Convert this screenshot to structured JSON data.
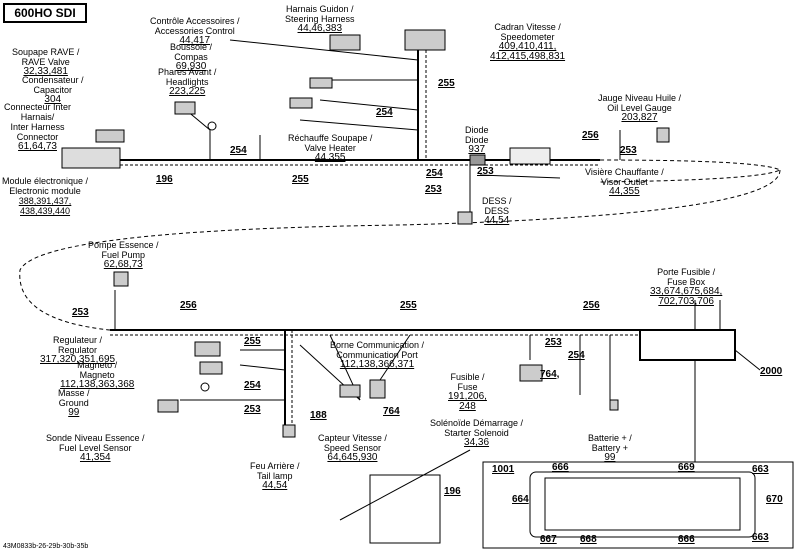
{
  "title": "600HO SDI",
  "footer": "43M0833b-26-29b-30b-35b",
  "callouts": [
    {
      "id": "controle-accessoires",
      "lines": [
        "Contrôle Accessoires /",
        "Accessories Control"
      ],
      "parts": "44,417"
    },
    {
      "id": "harnais-guidon",
      "lines": [
        "Harnais Guidon /",
        "Steering Harness"
      ],
      "parts": "44,46,383"
    },
    {
      "id": "cadran-vitesse",
      "lines": [
        "Cadran Vitesse /",
        "Speedometer"
      ],
      "parts": "409,410,411,\n412,415,498,831"
    },
    {
      "id": "soupape-rave",
      "lines": [
        "Soupape RAVE /",
        "RAVE Valve"
      ],
      "parts": "32,33,481"
    },
    {
      "id": "boussole",
      "lines": [
        "Boussole /",
        "Compas"
      ],
      "parts": "69,930"
    },
    {
      "id": "phares-avant",
      "lines": [
        "Phares Avant /",
        "Headlights"
      ],
      "parts": "223,225"
    },
    {
      "id": "condensateur",
      "lines": [
        "Condensateur /",
        "Capacitor"
      ],
      "parts": "304"
    },
    {
      "id": "connecteur-inter",
      "lines": [
        "Connecteur Inter",
        "Harnais/",
        "Inter Harness",
        "Connector"
      ],
      "parts": "61,64,73"
    },
    {
      "id": "rechauffe-soupape",
      "lines": [
        "Réchauffe Soupape /",
        "Valve Heater"
      ],
      "parts": "44,355"
    },
    {
      "id": "jauge-niveau",
      "lines": [
        "Jauge Niveau Huile /",
        "Oil Level Gauge"
      ],
      "parts": "203,827"
    },
    {
      "id": "diode",
      "lines": [
        "Diode",
        "Diode"
      ],
      "parts": "937"
    },
    {
      "id": "module-electronique",
      "lines": [
        "Module électronique /",
        "Electronic module"
      ],
      "parts": "388,391,437,\n438,439,440"
    },
    {
      "id": "visiere-chauffante",
      "lines": [
        "Visière Chauffante /",
        "Visor Outlet"
      ],
      "parts": "44,355"
    },
    {
      "id": "dess",
      "lines": [
        "DESS /",
        "DESS"
      ],
      "parts": "44,54"
    },
    {
      "id": "pompe-essence",
      "lines": [
        "Pompe Essence /",
        "Fuel Pump"
      ],
      "parts": "62,68,73"
    },
    {
      "id": "porte-fusible",
      "lines": [
        "Porte Fusible /",
        "Fuse Box"
      ],
      "parts": "33,674,675,684,\n702,703,706"
    },
    {
      "id": "regulateur",
      "lines": [
        "Regulateur /",
        "Regulator"
      ],
      "parts": "317,320,351,695"
    },
    {
      "id": "borne-communication",
      "lines": [
        "Borne Communication /",
        "Communication Port"
      ],
      "parts": "112,138,366,371"
    },
    {
      "id": "magneto",
      "lines": [
        "Magneto /",
        "Magneto"
      ],
      "parts": "112,138,363,368"
    },
    {
      "id": "fusible",
      "lines": [
        "Fusible /",
        "Fuse"
      ],
      "parts": "191,206,\n248"
    },
    {
      "id": "masse",
      "lines": [
        "Masse /",
        "Ground"
      ],
      "parts": "99"
    },
    {
      "id": "sonde-niveau",
      "lines": [
        "Sonde Niveau Essence /",
        "Fuel Level Sensor"
      ],
      "parts": "41,354"
    },
    {
      "id": "solenoide",
      "lines": [
        "Solénoïde Démarrage /",
        "Starter Solenoid"
      ],
      "parts": "34,36"
    },
    {
      "id": "batterie",
      "lines": [
        "Batterie + /",
        "Battery +"
      ],
      "parts": "99"
    },
    {
      "id": "capteur-vitesse",
      "lines": [
        "Capteur Vitesse /",
        "Speed Sensor"
      ],
      "parts": "64,645,930"
    },
    {
      "id": "feu-arriere",
      "lines": [
        "Feu Arrière /",
        "Tail lamp"
      ],
      "parts": "44,54"
    }
  ],
  "refs": {
    "r255a": "255",
    "r254a": "254",
    "r256a": "256",
    "r253a": "253",
    "r254b": "254",
    "r196a": "196",
    "r255b": "255",
    "r254c": "254",
    "r253b": "253",
    "r253c": "253",
    "r253d": "253",
    "r256b": "256",
    "r255c": "255",
    "r256c": "256",
    "r255d": "255",
    "r253e": "253",
    "r254d": "254",
    "r764a": "764,",
    "r2000": "2000",
    "r254e": "254",
    "r253f": "253",
    "r188": "188",
    "r764b": "764",
    "r196b": "196",
    "r1001": "1001",
    "r666a": "666",
    "r669": "669",
    "r663a": "663",
    "r664": "664",
    "r670": "670",
    "r667": "667",
    "r668": "668",
    "r666b": "666",
    "r663b": "663"
  }
}
